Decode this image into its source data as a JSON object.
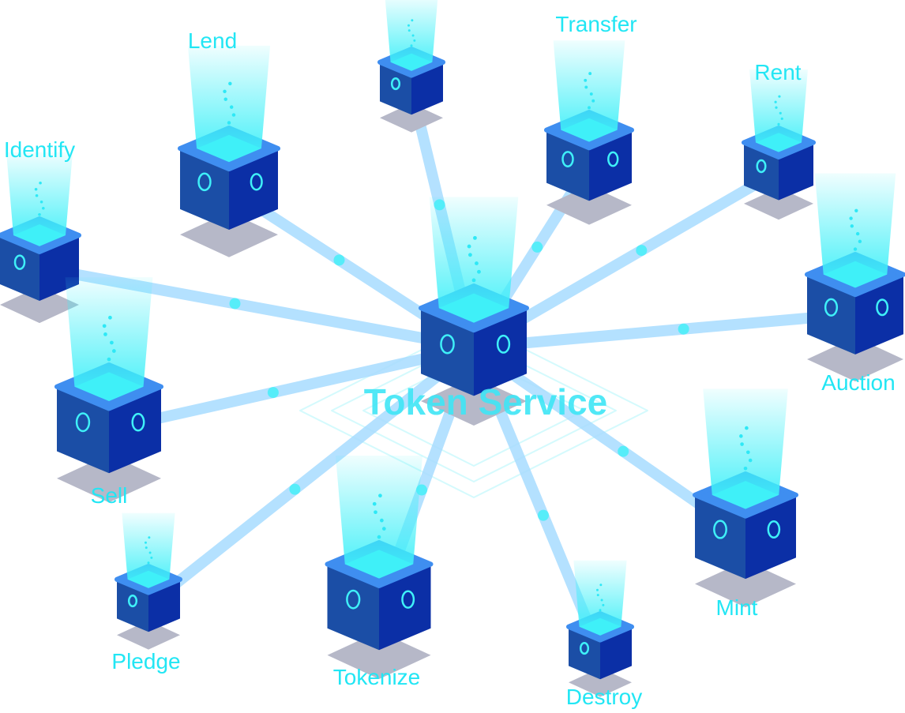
{
  "title": "Token Service",
  "colors": {
    "label": "#22e6f4",
    "link": "#a8dcff",
    "cube_dark": "#0b2fa0",
    "cube_light": "#3b8cf0",
    "glow": "#3ff0f8"
  },
  "nodes": [
    {
      "id": "top",
      "label": ""
    },
    {
      "id": "lend",
      "label": "Lend"
    },
    {
      "id": "transfer",
      "label": "Transfer"
    },
    {
      "id": "rent",
      "label": "Rent"
    },
    {
      "id": "identify",
      "label": "Identify"
    },
    {
      "id": "auction",
      "label": "Auction"
    },
    {
      "id": "sell",
      "label": "Sell"
    },
    {
      "id": "mint",
      "label": "Mint"
    },
    {
      "id": "pledge",
      "label": "Pledge"
    },
    {
      "id": "tokenize",
      "label": "Tokenize"
    },
    {
      "id": "destroy",
      "label": "Destroy"
    }
  ]
}
